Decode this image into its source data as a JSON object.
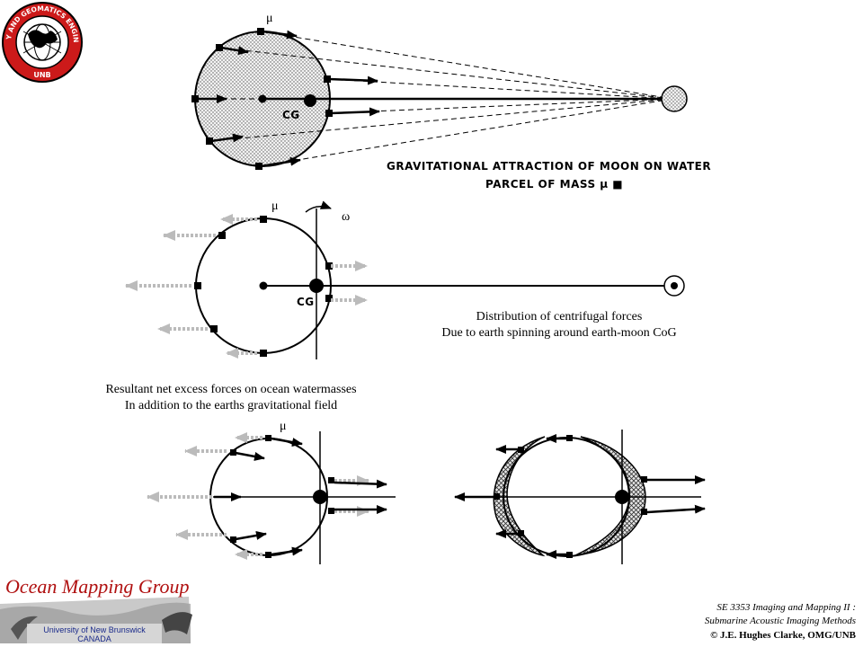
{
  "logo": {
    "ring_text": "GEODESY AND GEOMATICS ENGINEERING",
    "bottom_text": "UNB"
  },
  "diagram1": {
    "mu_label": "μ",
    "cg_label": "CG",
    "caption_line1": "GRAVITATIONAL ATTRACTION OF MOON ON WATER",
    "caption_line2": "PARCEL OF MASS μ ■"
  },
  "diagram2": {
    "mu_label": "μ",
    "omega_label": "ω",
    "cg_label": "CG",
    "caption_line1": "Distribution of centrifugal forces",
    "caption_line2": "Due to earth spinning around earth-moon CoG"
  },
  "diagram3": {
    "mu_label": "μ",
    "caption_line1": "Resultant net excess forces on ocean watermasses",
    "caption_line2": "In addition to the earths gravitational field"
  },
  "footer": {
    "group_name": "Ocean Mapping Group",
    "university": "University of New Brunswick",
    "country": "CANADA",
    "course_line1": "SE 3353 Imaging and Mapping II :",
    "course_line2": "Submarine Acoustic Imaging Methods",
    "copyright": "© J.E. Hughes Clarke, OMG/UNB"
  }
}
